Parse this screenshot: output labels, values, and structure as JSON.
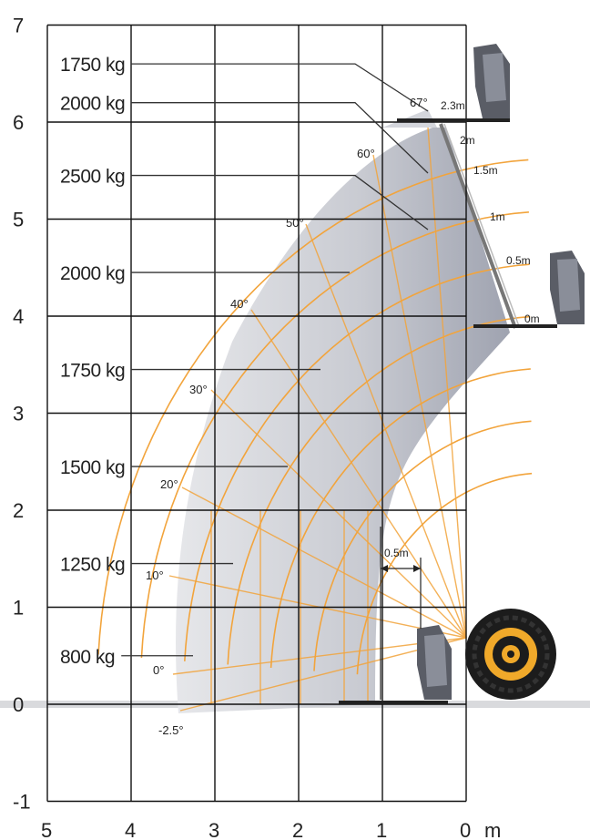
{
  "chart_data": {
    "type": "diagram",
    "x_axis": {
      "range": [
        5,
        0
      ],
      "ticks": [
        "5",
        "4",
        "3",
        "2",
        "1",
        "0"
      ],
      "unit": "m"
    },
    "y_axis": {
      "range": [
        -1,
        7
      ],
      "ticks": [
        "-1",
        "0",
        "1",
        "2",
        "3",
        "4",
        "5",
        "6",
        "7"
      ]
    },
    "load_zones": [
      {
        "label": "1750 kg",
        "y": 6.6
      },
      {
        "label": "2000 kg",
        "y": 6.2
      },
      {
        "label": "2500 kg",
        "y": 5.45
      },
      {
        "label": "2000 kg",
        "y": 4.45
      },
      {
        "label": "1750 kg",
        "y": 3.45
      },
      {
        "label": "1500 kg",
        "y": 2.45
      },
      {
        "label": "1250 kg",
        "y": 1.45
      },
      {
        "label": "800 kg",
        "y": 0.5
      }
    ],
    "boom_angles": [
      "67°",
      "60°",
      "50°",
      "40°",
      "30°",
      "20°",
      "10°",
      "0°",
      "-2.5°"
    ],
    "extensions": [
      "2.3m",
      "2m",
      "1.5m",
      "1m",
      "0.5m",
      "0m"
    ],
    "fork_offset_label": "0.5m",
    "colors": {
      "grid": "#111111",
      "envelope_outer": "#e4e5e8",
      "envelope_inner": "#a4a8b4",
      "arc_lines": "#f2a43c",
      "leader_lines": "#333333",
      "wheel": "#1c1c1c",
      "hub": "#f0a92a"
    }
  }
}
